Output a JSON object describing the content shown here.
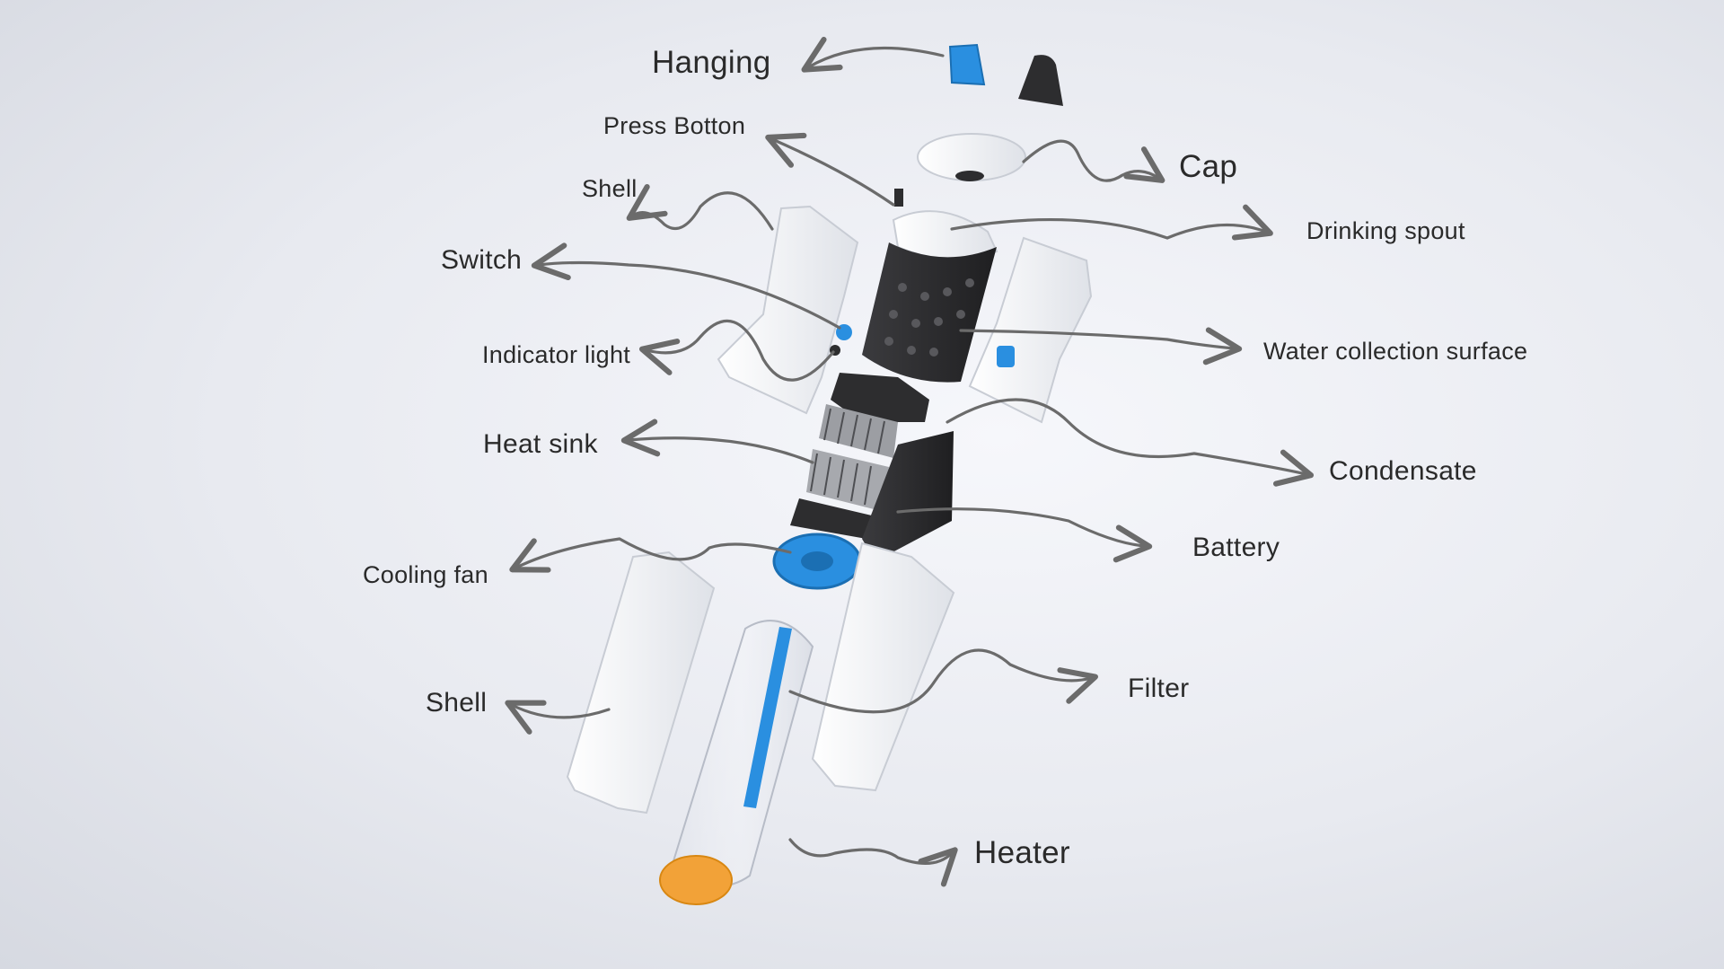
{
  "labels": {
    "hanging": "Hanging",
    "press_button": "Press Botton",
    "cap": "Cap",
    "shell_top": "Shell",
    "drinking_spout": "Drinking spout",
    "switch": "Switch",
    "indicator_light": "Indicator light",
    "water_collection_surface": "Water collection surface",
    "heat_sink": "Heat sink",
    "condensate": "Condensate",
    "battery": "Battery",
    "cooling_fan": "Cooling fan",
    "shell_bottom": "Shell",
    "filter": "Filter",
    "heater": "Heater"
  },
  "colors": {
    "background": "#e9ebf0",
    "arrow": "#6b6b6b",
    "accent_blue": "#2a8fe0",
    "heater_orange": "#f2a238",
    "dark_part": "#2d2d2f",
    "white_part": "#fbfbfc"
  }
}
